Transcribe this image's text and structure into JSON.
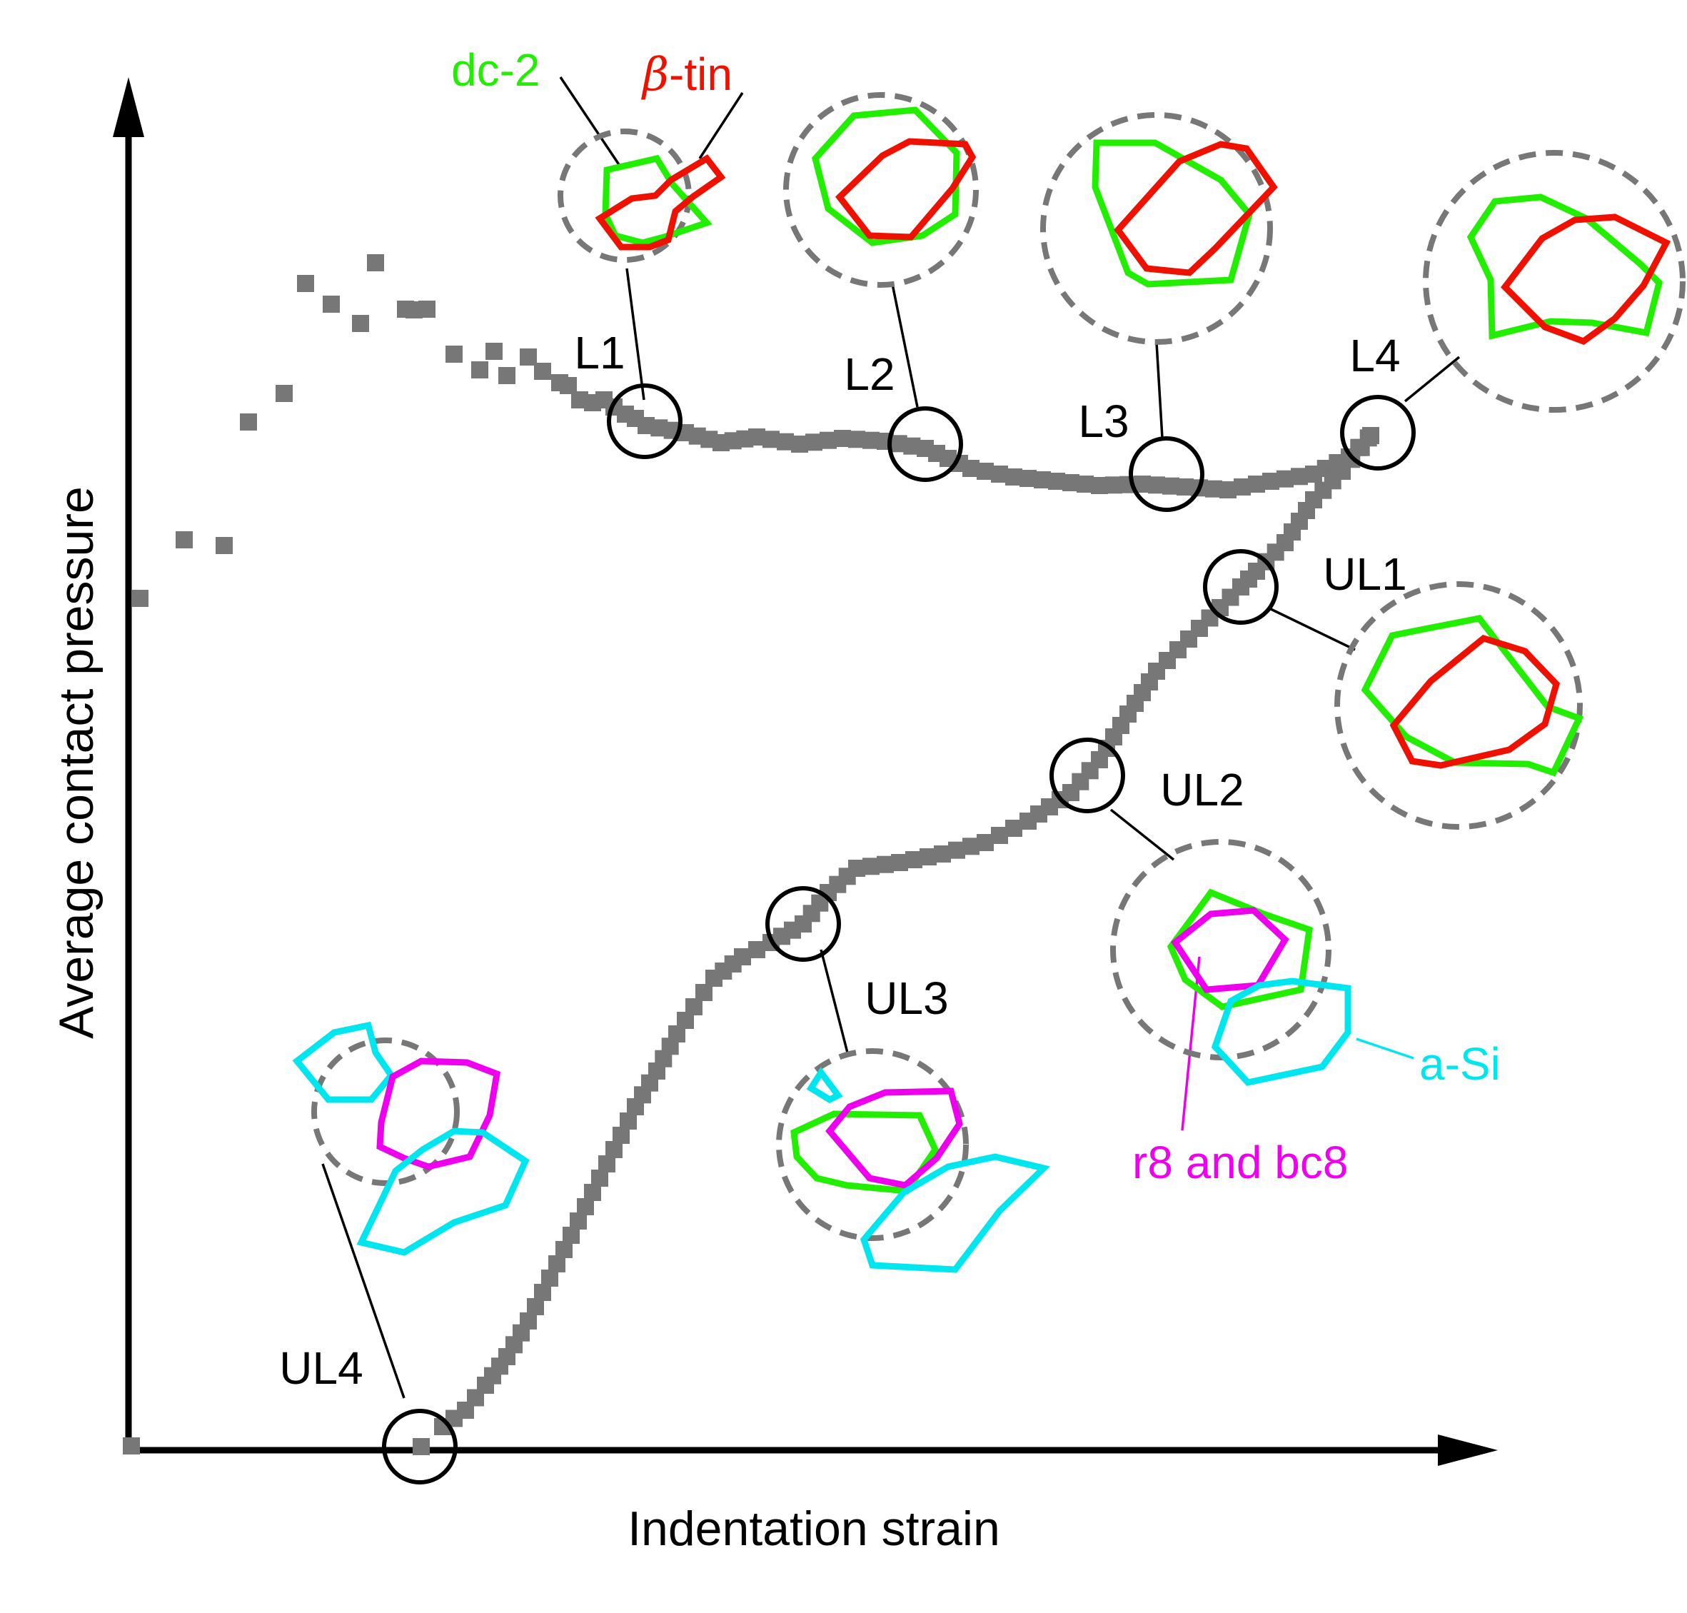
{
  "axes": {
    "x_label": "Indentation strain",
    "y_label": "Average contact pressure"
  },
  "colors": {
    "curve_points": "#777777",
    "stage_marker": "#000000",
    "region_outline": "#777777",
    "dc2": "#22ee00",
    "beta_tin": "#ee1100",
    "r8_bc8": "#ee00ee",
    "a_si": "#00e6ee"
  },
  "legend": {
    "dc2": "dc-2",
    "beta_prefix": "β",
    "beta_suffix": "-tin",
    "r8_bc8": "r8 and bc8",
    "a_si": "a-Si"
  },
  "stages": {
    "loading": [
      "L1",
      "L2",
      "L3",
      "L4"
    ],
    "unloading": [
      "UL1",
      "UL2",
      "UL3",
      "UL4"
    ]
  }
}
